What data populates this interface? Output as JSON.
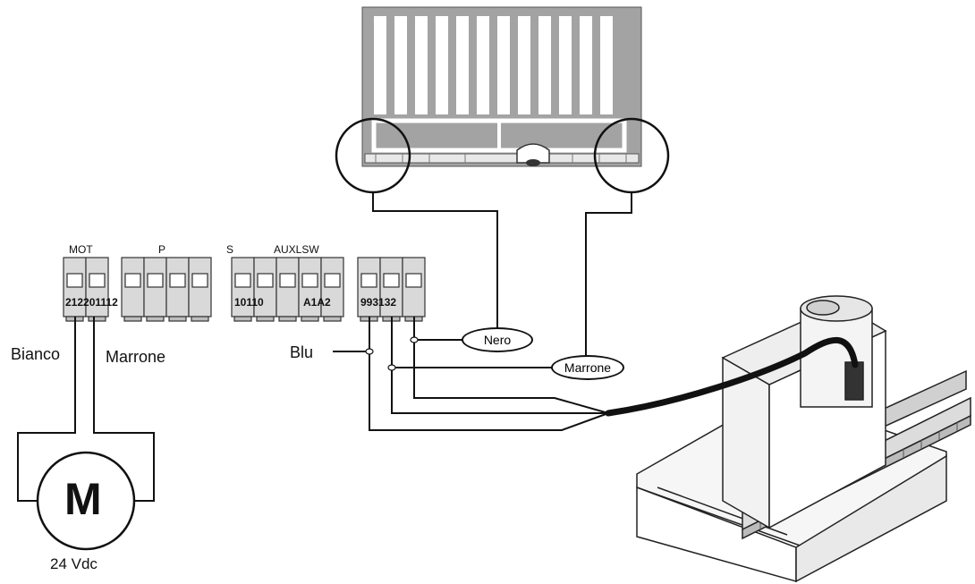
{
  "terminal_groups": {
    "mot": "MOT",
    "p": "P",
    "s": "S",
    "auxlsw": "AUXLSW"
  },
  "terminal_labels": {
    "mot": "212201112",
    "s": "10110",
    "auxlsw": "A1A2",
    "limit": "993132"
  },
  "wire_labels": {
    "bianco": "Bianco",
    "marrone_motor": "Marrone",
    "blu": "Blu",
    "nero": "Nero",
    "marrone_limit": "Marrone"
  },
  "motor": {
    "symbol": "M",
    "voltage": "24 Vdc"
  },
  "icons": [
    "gate-icon",
    "gate-operator-icon",
    "motor-icon",
    "terminal-block-icon"
  ],
  "colors": {
    "line": "#111111",
    "terminal_fill": "#d9d9d9",
    "gate_fill": "#9b9b9b"
  }
}
